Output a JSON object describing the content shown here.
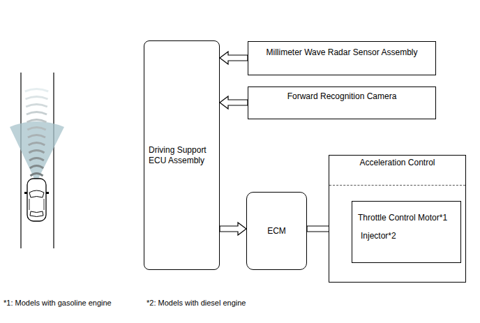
{
  "diagram": {
    "nodes": [
      {
        "text": [
          "Driving Support ECU Assembly"
        ]
      },
      {
        "text": [
          "Millimeter Wave Radar Sensor Assembly"
        ]
      },
      {
        "text": [
          "Forward Recognition Camera"
        ]
      },
      {
        "text": [
          "ECM"
        ]
      },
      {
        "text": [
          "Acceleration Control"
        ]
      },
      {
        "text": [
          "Throttle Control Motor*1",
          "Injector*2"
        ],
        "in": 4
      }
    ],
    "edges": [
      {
        "from": 1,
        "to": 0,
        "arrow": "to"
      },
      {
        "from": 2,
        "to": 0,
        "arrow": "to"
      },
      {
        "from": 0,
        "to": 3,
        "arrow": "to"
      },
      {
        "from": 3,
        "to": 5,
        "arrow": "to"
      }
    ],
    "labels": [
      "*1: Models with gasoline engine",
      "*2: Models with diesel engine"
    ]
  }
}
